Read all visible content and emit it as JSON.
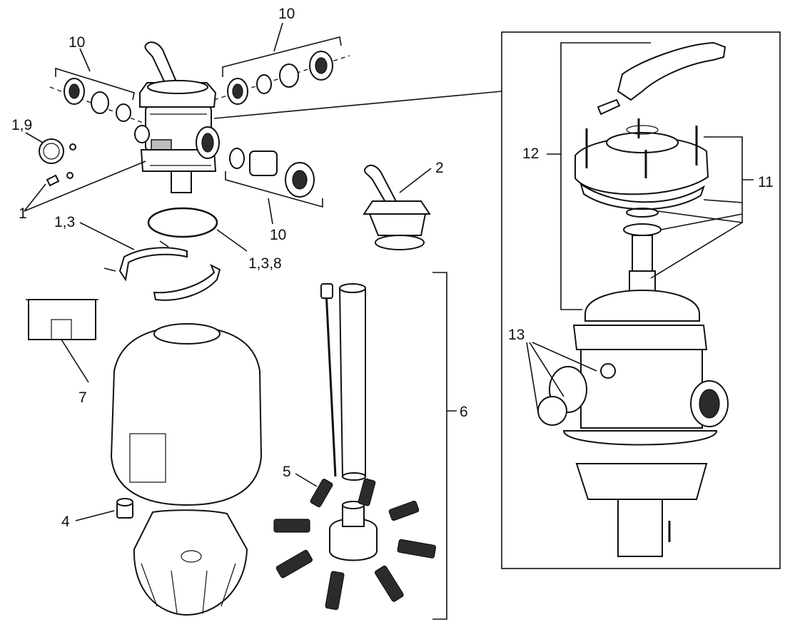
{
  "callouts": {
    "valve_left_fittings": "10",
    "valve_top_fittings": "10",
    "valve_bottom_fittings": "10",
    "gauge": "1,9",
    "valve_assembly": "1",
    "clamp": "1,3",
    "o_ring": "1,3,8",
    "valve_top": "2",
    "label_tank": "7",
    "lateral_assembly": "6",
    "lateral": "5",
    "drain": "4",
    "detail_cover_assembly": "12",
    "detail_seals": "11",
    "detail_plugs": "13"
  }
}
